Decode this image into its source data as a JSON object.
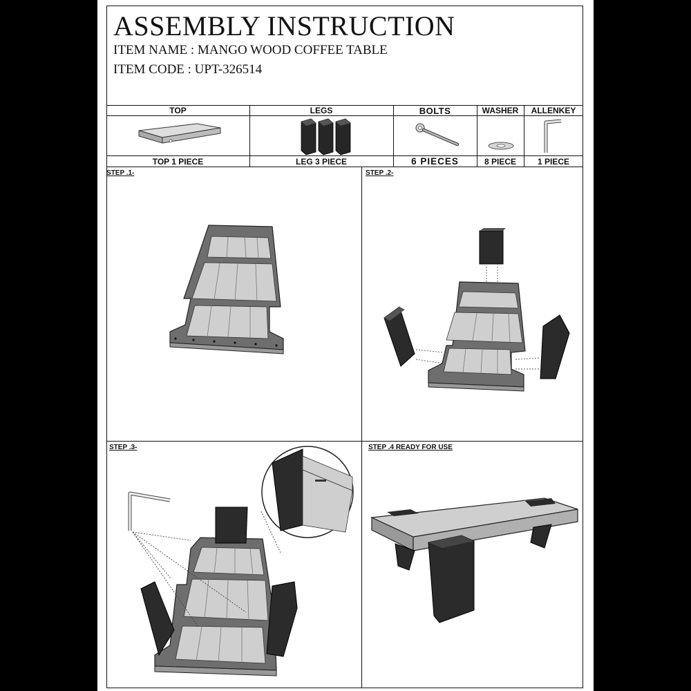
{
  "header": {
    "title": "ASSEMBLY INSTRUCTION",
    "item_name_line": "ITEM NAME  : MANGO WOOD COFFEE TABLE",
    "item_code_line": "ITEM CODE   : UPT-326514"
  },
  "parts": [
    {
      "heading": "TOP",
      "quantity": "TOP 1 PIECE"
    },
    {
      "heading": "LEGS",
      "quantity": "LEG 3 PIECE"
    },
    {
      "heading": "BOLTS",
      "quantity": "6 PIECES"
    },
    {
      "heading": "WASHER",
      "quantity": "8 PIECE"
    },
    {
      "heading": "ALLENKEY",
      "quantity": "1 PIECE"
    }
  ],
  "steps": [
    {
      "label": "STEP .1-"
    },
    {
      "label": "STEP .2-"
    },
    {
      "label": "STEP .3-"
    },
    {
      "label": "STEP .4 READY FOR USE"
    }
  ],
  "colors": {
    "background": "#000000",
    "paper": "#ffffff",
    "line": "#111111",
    "panel_fill": "#c8c8c8",
    "frame_fill": "#6e6e6e",
    "leg_fill": "#2b2b2b"
  },
  "icons": [
    "table-top-icon",
    "leg-icon",
    "bolt-icon",
    "washer-icon",
    "allen-key-icon"
  ]
}
